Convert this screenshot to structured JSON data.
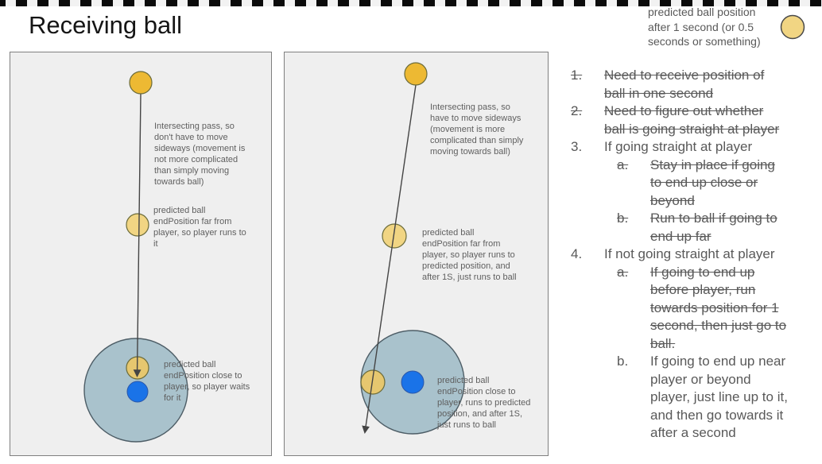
{
  "slide": {
    "title": "Receiving ball"
  },
  "legend": {
    "label": "predicted ball position\nafter 1 second (or 0.5\nseconds or something)"
  },
  "panels": [
    {
      "name": "straight-pass-scenario",
      "annotations": {
        "pass": "Intersecting pass, so\ndon't have to move\nsideways (movement is\nnot more complicated\nthan simply moving\ntowards ball)",
        "far": "predicted ball\nendPosition far from\nplayer, so player runs to\nit",
        "close": "predicted ball\nendPosition close to\nplayer, so player waits\nfor it"
      }
    },
    {
      "name": "angled-pass-scenario",
      "annotations": {
        "pass": "Intersecting pass, so\nhave to move sideways\n(movement is more\ncomplicated than simply\nmoving towards ball)",
        "far": "predicted ball\nendPosition far from\nplayer, so player runs to\npredicted position, and\nafter 1S, just runs to ball",
        "close": "predicted ball\nendPosition close to\nplayer, runs to predicted\nposition, and after 1S,\njust runs to ball"
      }
    }
  ],
  "checklist": {
    "items": [
      {
        "marker": "1.",
        "struck": true,
        "text": "Need to receive position of\nball in one second"
      },
      {
        "marker": "2.",
        "struck": true,
        "text": "Need to figure out whether\nball is going straight at player"
      },
      {
        "marker": "3.",
        "struck": false,
        "text": "If going straight at player"
      },
      {
        "marker": "a.",
        "struck": true,
        "text": "Stay in place if going\nto end up close or\nbeyond"
      },
      {
        "marker": "b.",
        "struck": true,
        "text": "Run to ball if going to\nend up far"
      },
      {
        "marker": "4.",
        "struck": false,
        "text": "If not going straight at player"
      },
      {
        "marker": "a.",
        "struck": true,
        "text": "If going to end up\nbefore player, run\ntowards position for 1\nsecond, then just go to\nball."
      },
      {
        "marker": "b.",
        "struck": false,
        "text": "If going to end up near\nplayer or beyond\nplayer, just line up to it,\nand then go towards it\nafter a second"
      }
    ]
  },
  "colors": {
    "ball_yellow": "#edb933",
    "ball_pale": "#f1d583",
    "ball_tan": "#e6c76f",
    "zone_fill": "#a9c2cc",
    "player_blue": "#1a73e8",
    "arrow": "#444444"
  }
}
